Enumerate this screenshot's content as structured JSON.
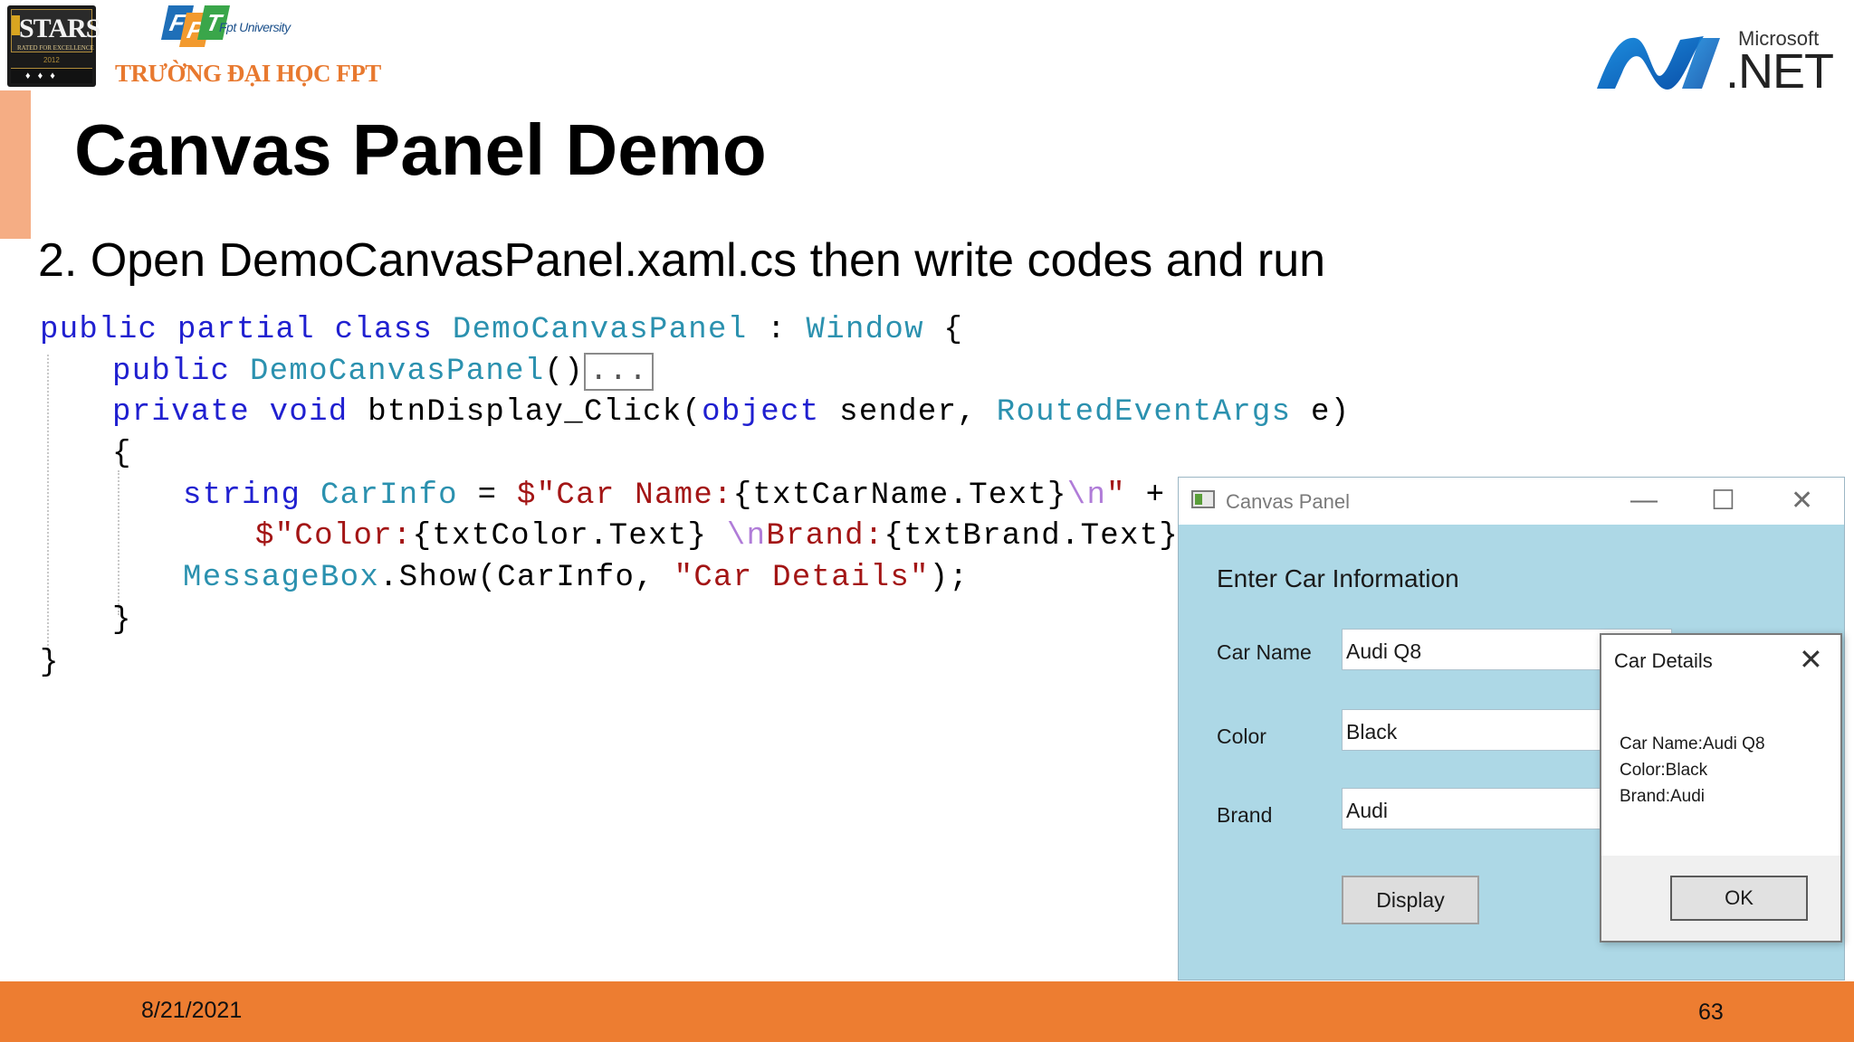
{
  "header": {
    "stars_logo_text": "STARS",
    "stars_sub_text": "RATED FOR EXCELLENCE",
    "stars_year": "2012",
    "fpt_tiles": [
      "F",
      "P",
      "T"
    ],
    "fpt_university": "Fpt University",
    "fpt_school_name": "TRƯỜNG ĐẠI HỌC FPT",
    "ms_text": "Microsoft",
    "net_text": ".NET"
  },
  "slide": {
    "title": "Canvas Panel Demo",
    "subtitle": "2. Open DemoCanvasPanel.xaml.cs then write codes and run"
  },
  "code": {
    "l1_kw1": "public",
    "l1_kw2": "partial",
    "l1_kw3": "class",
    "l1_type": "DemoCanvasPanel",
    "l1_sep": " : ",
    "l1_base": "Window",
    "l1_brace": " {",
    "l2_kw": "public",
    "l2_type": "DemoCanvasPanel",
    "l2_parens": "()",
    "l2_collapsed": "...",
    "l3_kw1": "private",
    "l3_kw2": "void",
    "l3_method": "btnDisplay_Click(",
    "l3_kw3": "object",
    "l3_param1": " sender, ",
    "l3_type": "RoutedEventArgs",
    "l3_param2": " e)",
    "l4_brace": "{",
    "l5_kw": "string",
    "l5_var": "CarInfo",
    "l5_eq": " = ",
    "l5_str1": "$\"Car Name:",
    "l5_expr": "{txtCarName.Text}",
    "l5_esc": "\\n",
    "l5_str2": "\"",
    "l5_plus": " +",
    "l6_str1": "$\"Color:",
    "l6_expr1": "{txtColor.Text} ",
    "l6_esc": "\\n",
    "l6_str2": "Brand:",
    "l6_expr2": "{txtBrand.Text}",
    "l6_str3": "\"",
    "l6_end": ";",
    "l7_type": "MessageBox",
    "l7_call": ".Show(CarInfo, ",
    "l7_str": "\"Car Details\"",
    "l7_end": ");",
    "l8_brace": "}",
    "l9_brace": "}"
  },
  "wpf_window": {
    "title": "Canvas Panel",
    "minimize_glyph": "—",
    "maximize_glyph": "☐",
    "close_glyph": "✕",
    "heading": "Enter Car Information",
    "fields": [
      {
        "label": "Car Name",
        "value": "Audi Q8"
      },
      {
        "label": "Color",
        "value": "Black"
      },
      {
        "label": "Brand",
        "value": "Audi"
      }
    ],
    "display_button": "Display"
  },
  "message_box": {
    "title": "Car Details",
    "close_glyph": "✕",
    "lines": [
      "Car Name:Audi Q8",
      "Color:Black",
      "Brand:Audi"
    ],
    "ok_button": "OK"
  },
  "footer": {
    "date": "8/21/2021",
    "page_number": "63"
  },
  "colors": {
    "footer_bar": "#ed7d31",
    "title_accent": "#f5ad84",
    "window_background": "#add8e6",
    "code_keyword": "#2020d0",
    "code_type": "#2b91af",
    "code_string": "#a31515"
  }
}
